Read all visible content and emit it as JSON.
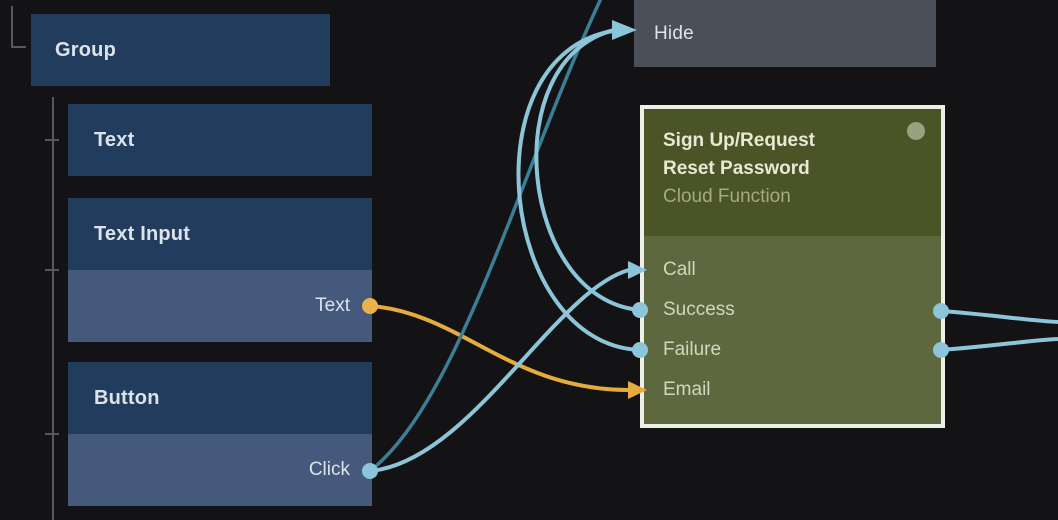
{
  "palette": {
    "bg": "#131315",
    "panel-blue": "#223c5e",
    "panel-blue-light": "#44597b",
    "panel-gray": "#4a4f5a",
    "green-dark": "#4a5427",
    "green-light": "#5d683e",
    "node-border": "#eef0e8",
    "wire-blue": "#8cc5d9",
    "wire-teal": "#3c7e95",
    "wire-orange": "#e6ab3d",
    "text-light": "#dde3eb",
    "green-title": "#e7e9d3",
    "green-subtitle": "#a3aa84",
    "green-port-text": "#d2d7bc",
    "tree-line": "#55585c",
    "status-dot": "#99a07f"
  },
  "nodes": {
    "group": {
      "label": "Group"
    },
    "text": {
      "label": "Text"
    },
    "text_input": {
      "label": "Text Input",
      "ports": [
        {
          "label": "Text",
          "type": "output",
          "color": "#e6ab3d"
        }
      ]
    },
    "button": {
      "label": "Button",
      "ports": [
        {
          "label": "Click",
          "type": "output",
          "color": "#8cc5d9"
        }
      ]
    },
    "hide": {
      "label": "Hide"
    },
    "cloud_function": {
      "title_lines": [
        "Sign Up/Request",
        "Reset Password"
      ],
      "subtitle": "Cloud Function",
      "ports": [
        {
          "label": "Call",
          "left": "arrow-in-blue"
        },
        {
          "label": "Success",
          "left": "dot",
          "right": "dot"
        },
        {
          "label": "Failure",
          "left": "dot",
          "right": "dot"
        },
        {
          "label": "Email",
          "left": "arrow-in-orange"
        }
      ]
    }
  },
  "connections": [
    {
      "from": "Text Input.Text",
      "to": "Cloud Function.Email",
      "color": "#e6ab3d"
    },
    {
      "from": "Button.Click",
      "to": "Cloud Function.Call",
      "color": "#8cc5d9"
    },
    {
      "from": "Button.Click",
      "to": "offscreen-top",
      "color": "#3c7e95"
    },
    {
      "from": "Cloud Function.Success",
      "to": "Hide",
      "color": "#8cc5d9"
    },
    {
      "from": "Cloud Function.Failure",
      "to": "Hide",
      "color": "#8cc5d9"
    },
    {
      "from": "Cloud Function.Success",
      "to": "offscreen-right",
      "color": "#8cc5d9"
    },
    {
      "from": "Cloud Function.Failure",
      "to": "offscreen-right",
      "color": "#8cc5d9"
    }
  ]
}
